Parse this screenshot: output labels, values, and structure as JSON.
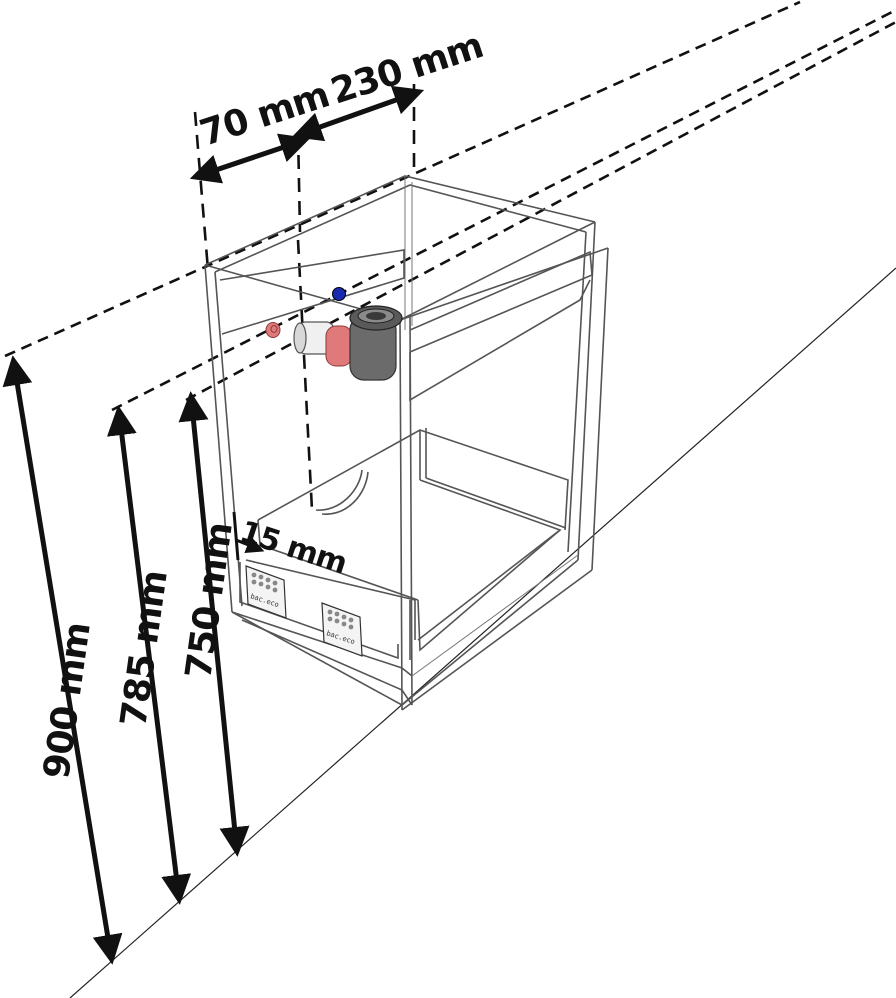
{
  "dimensions": {
    "width_left": "70 mm",
    "width_right": "230 mm",
    "height_total": "900 mm",
    "height_mid": "785 mm",
    "height_low": "750 mm",
    "drawer_gap": "15 mm"
  },
  "hardware": {
    "bracket_brand": "bac.eco"
  },
  "colors": {
    "outline": "#111111",
    "cabinet": "#555555",
    "water_cold": "#1a2bb0",
    "water_hot": "#e07a7a",
    "siphon": "#6b6b6b",
    "siphon_pipe": "#f0f0f0"
  }
}
